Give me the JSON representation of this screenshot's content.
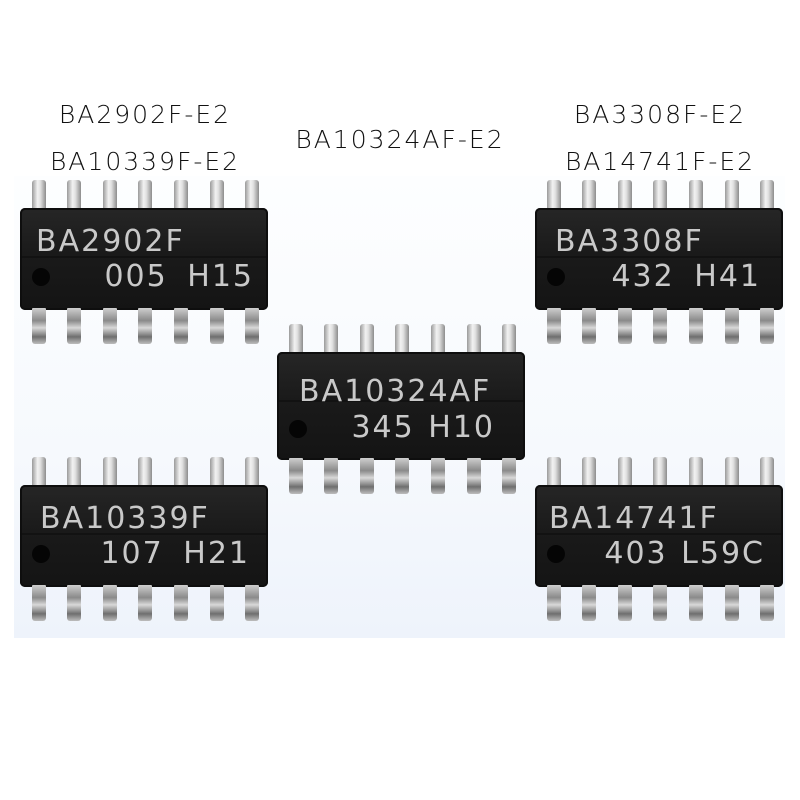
{
  "labels": {
    "top_left_1": "BA2902F-E2",
    "top_left_2": "BA10339F-E2",
    "center": "BA10324AF-E2",
    "top_right_1": "BA3308F-E2",
    "top_right_2": "BA14741F-E2"
  },
  "chips": [
    {
      "id": "ba2902f",
      "line1": "BA2902F",
      "line2": "005 H15",
      "pins_per_side": 7
    },
    {
      "id": "ba10324af",
      "line1": "BA10324AF",
      "line2": "345 H10",
      "pins_per_side": 7
    },
    {
      "id": "ba3308f",
      "line1": "BA3308F",
      "line2": "432 H41",
      "pins_per_side": 7
    },
    {
      "id": "ba10339f",
      "line1": "BA10339F",
      "line2": "107 H21",
      "pins_per_side": 7
    },
    {
      "id": "ba14741f",
      "line1": "BA14741F",
      "line2": "403 L59C",
      "pins_per_side": 7
    }
  ],
  "colors": {
    "chip_body": "#1a1a1a",
    "marking_text": "#c9c9c9",
    "label_text": "#111111",
    "background": "#ffffff"
  }
}
